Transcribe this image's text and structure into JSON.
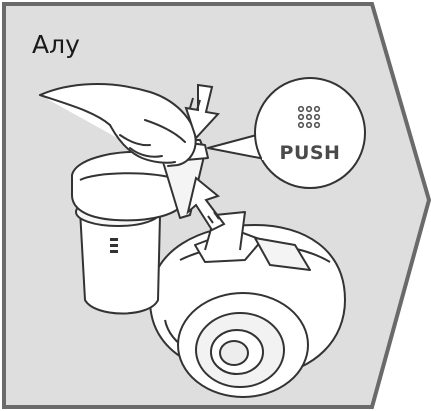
{
  "panel": {
    "step_label": "Алу",
    "background_color": "#dedede",
    "border_color": "#6a6a6a"
  },
  "callout": {
    "button_text": "PUSH",
    "icon": "dot-grid-icon"
  },
  "illustration": {
    "subject": "vacuum-cleaner-dust-container-removal",
    "hand_icon": "hand-icon",
    "arrow_icons": [
      "arrow-down-icon",
      "arrow-up-icon"
    ]
  }
}
